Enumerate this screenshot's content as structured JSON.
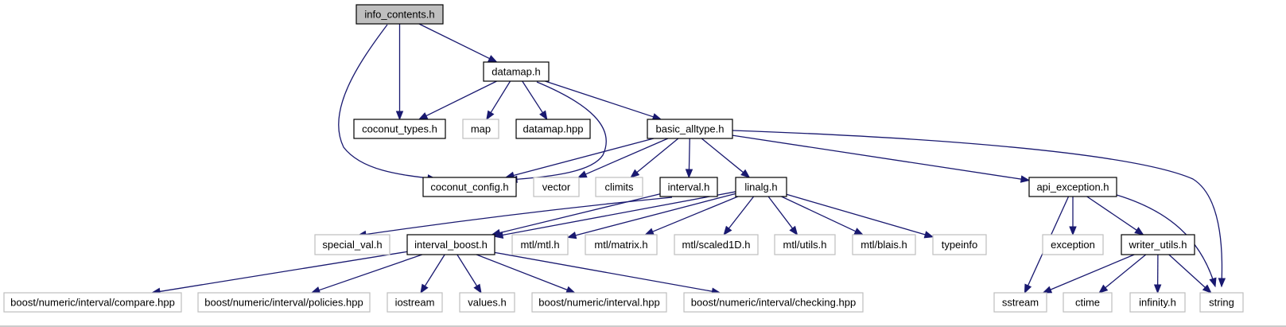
{
  "colors": {
    "edge": "#191970",
    "current_fill": "#bfbfbf",
    "documented_border": "#000000",
    "external_border": "#bfbfbf",
    "background": "#ffffff"
  },
  "nodes": [
    {
      "id": "info_contents",
      "label": "info_contents.h",
      "kind": "current"
    },
    {
      "id": "datamap",
      "label": "datamap.h",
      "kind": "documented"
    },
    {
      "id": "coconut_types",
      "label": "coconut_types.h",
      "kind": "documented"
    },
    {
      "id": "map",
      "label": "map",
      "kind": "external"
    },
    {
      "id": "datamap_hpp",
      "label": "datamap.hpp",
      "kind": "documented"
    },
    {
      "id": "basic_alltype",
      "label": "basic_alltype.h",
      "kind": "documented"
    },
    {
      "id": "coconut_config",
      "label": "coconut_config.h",
      "kind": "documented"
    },
    {
      "id": "vector",
      "label": "vector",
      "kind": "external"
    },
    {
      "id": "climits",
      "label": "climits",
      "kind": "external"
    },
    {
      "id": "interval",
      "label": "interval.h",
      "kind": "documented"
    },
    {
      "id": "linalg",
      "label": "linalg.h",
      "kind": "documented"
    },
    {
      "id": "api_exception",
      "label": "api_exception.h",
      "kind": "documented"
    },
    {
      "id": "special_val",
      "label": "special_val.h",
      "kind": "external"
    },
    {
      "id": "interval_boost",
      "label": "interval_boost.h",
      "kind": "documented"
    },
    {
      "id": "mtl_mtl",
      "label": "mtl/mtl.h",
      "kind": "external"
    },
    {
      "id": "mtl_matrix",
      "label": "mtl/matrix.h",
      "kind": "external"
    },
    {
      "id": "mtl_scaled1d",
      "label": "mtl/scaled1D.h",
      "kind": "external"
    },
    {
      "id": "mtl_utils",
      "label": "mtl/utils.h",
      "kind": "external"
    },
    {
      "id": "mtl_blais",
      "label": "mtl/blais.h",
      "kind": "external"
    },
    {
      "id": "typeinfo",
      "label": "typeinfo",
      "kind": "external"
    },
    {
      "id": "exception",
      "label": "exception",
      "kind": "external"
    },
    {
      "id": "writer_utils",
      "label": "writer_utils.h",
      "kind": "documented"
    },
    {
      "id": "compare",
      "label": "boost/numeric/interval/compare.hpp",
      "kind": "external"
    },
    {
      "id": "policies",
      "label": "boost/numeric/interval/policies.hpp",
      "kind": "external"
    },
    {
      "id": "iostream",
      "label": "iostream",
      "kind": "external"
    },
    {
      "id": "values",
      "label": "values.h",
      "kind": "external"
    },
    {
      "id": "boost_interval",
      "label": "boost/numeric/interval.hpp",
      "kind": "external"
    },
    {
      "id": "checking",
      "label": "boost/numeric/interval/checking.hpp",
      "kind": "external"
    },
    {
      "id": "sstream",
      "label": "sstream",
      "kind": "external"
    },
    {
      "id": "ctime",
      "label": "ctime",
      "kind": "external"
    },
    {
      "id": "infinity",
      "label": "infinity.h",
      "kind": "external"
    },
    {
      "id": "string",
      "label": "string",
      "kind": "external"
    }
  ],
  "edges": [
    [
      "info_contents",
      "coconut_types"
    ],
    [
      "info_contents",
      "datamap"
    ],
    [
      "info_contents",
      "coconut_config"
    ],
    [
      "datamap",
      "coconut_types"
    ],
    [
      "datamap",
      "map"
    ],
    [
      "datamap",
      "datamap_hpp"
    ],
    [
      "datamap",
      "basic_alltype"
    ],
    [
      "datamap",
      "coconut_config"
    ],
    [
      "basic_alltype",
      "coconut_config"
    ],
    [
      "basic_alltype",
      "vector"
    ],
    [
      "basic_alltype",
      "climits"
    ],
    [
      "basic_alltype",
      "interval"
    ],
    [
      "basic_alltype",
      "linalg"
    ],
    [
      "basic_alltype",
      "api_exception"
    ],
    [
      "basic_alltype",
      "string"
    ],
    [
      "interval",
      "special_val"
    ],
    [
      "interval",
      "interval_boost"
    ],
    [
      "linalg",
      "interval_boost"
    ],
    [
      "linalg",
      "mtl_mtl"
    ],
    [
      "linalg",
      "mtl_matrix"
    ],
    [
      "linalg",
      "mtl_scaled1d"
    ],
    [
      "linalg",
      "mtl_utils"
    ],
    [
      "linalg",
      "mtl_blais"
    ],
    [
      "linalg",
      "typeinfo"
    ],
    [
      "api_exception",
      "sstream"
    ],
    [
      "api_exception",
      "exception"
    ],
    [
      "api_exception",
      "writer_utils"
    ],
    [
      "api_exception",
      "string"
    ],
    [
      "interval_boost",
      "compare"
    ],
    [
      "interval_boost",
      "policies"
    ],
    [
      "interval_boost",
      "iostream"
    ],
    [
      "interval_boost",
      "values"
    ],
    [
      "interval_boost",
      "boost_interval"
    ],
    [
      "interval_boost",
      "checking"
    ],
    [
      "writer_utils",
      "sstream"
    ],
    [
      "writer_utils",
      "ctime"
    ],
    [
      "writer_utils",
      "infinity"
    ],
    [
      "writer_utils",
      "string"
    ]
  ]
}
